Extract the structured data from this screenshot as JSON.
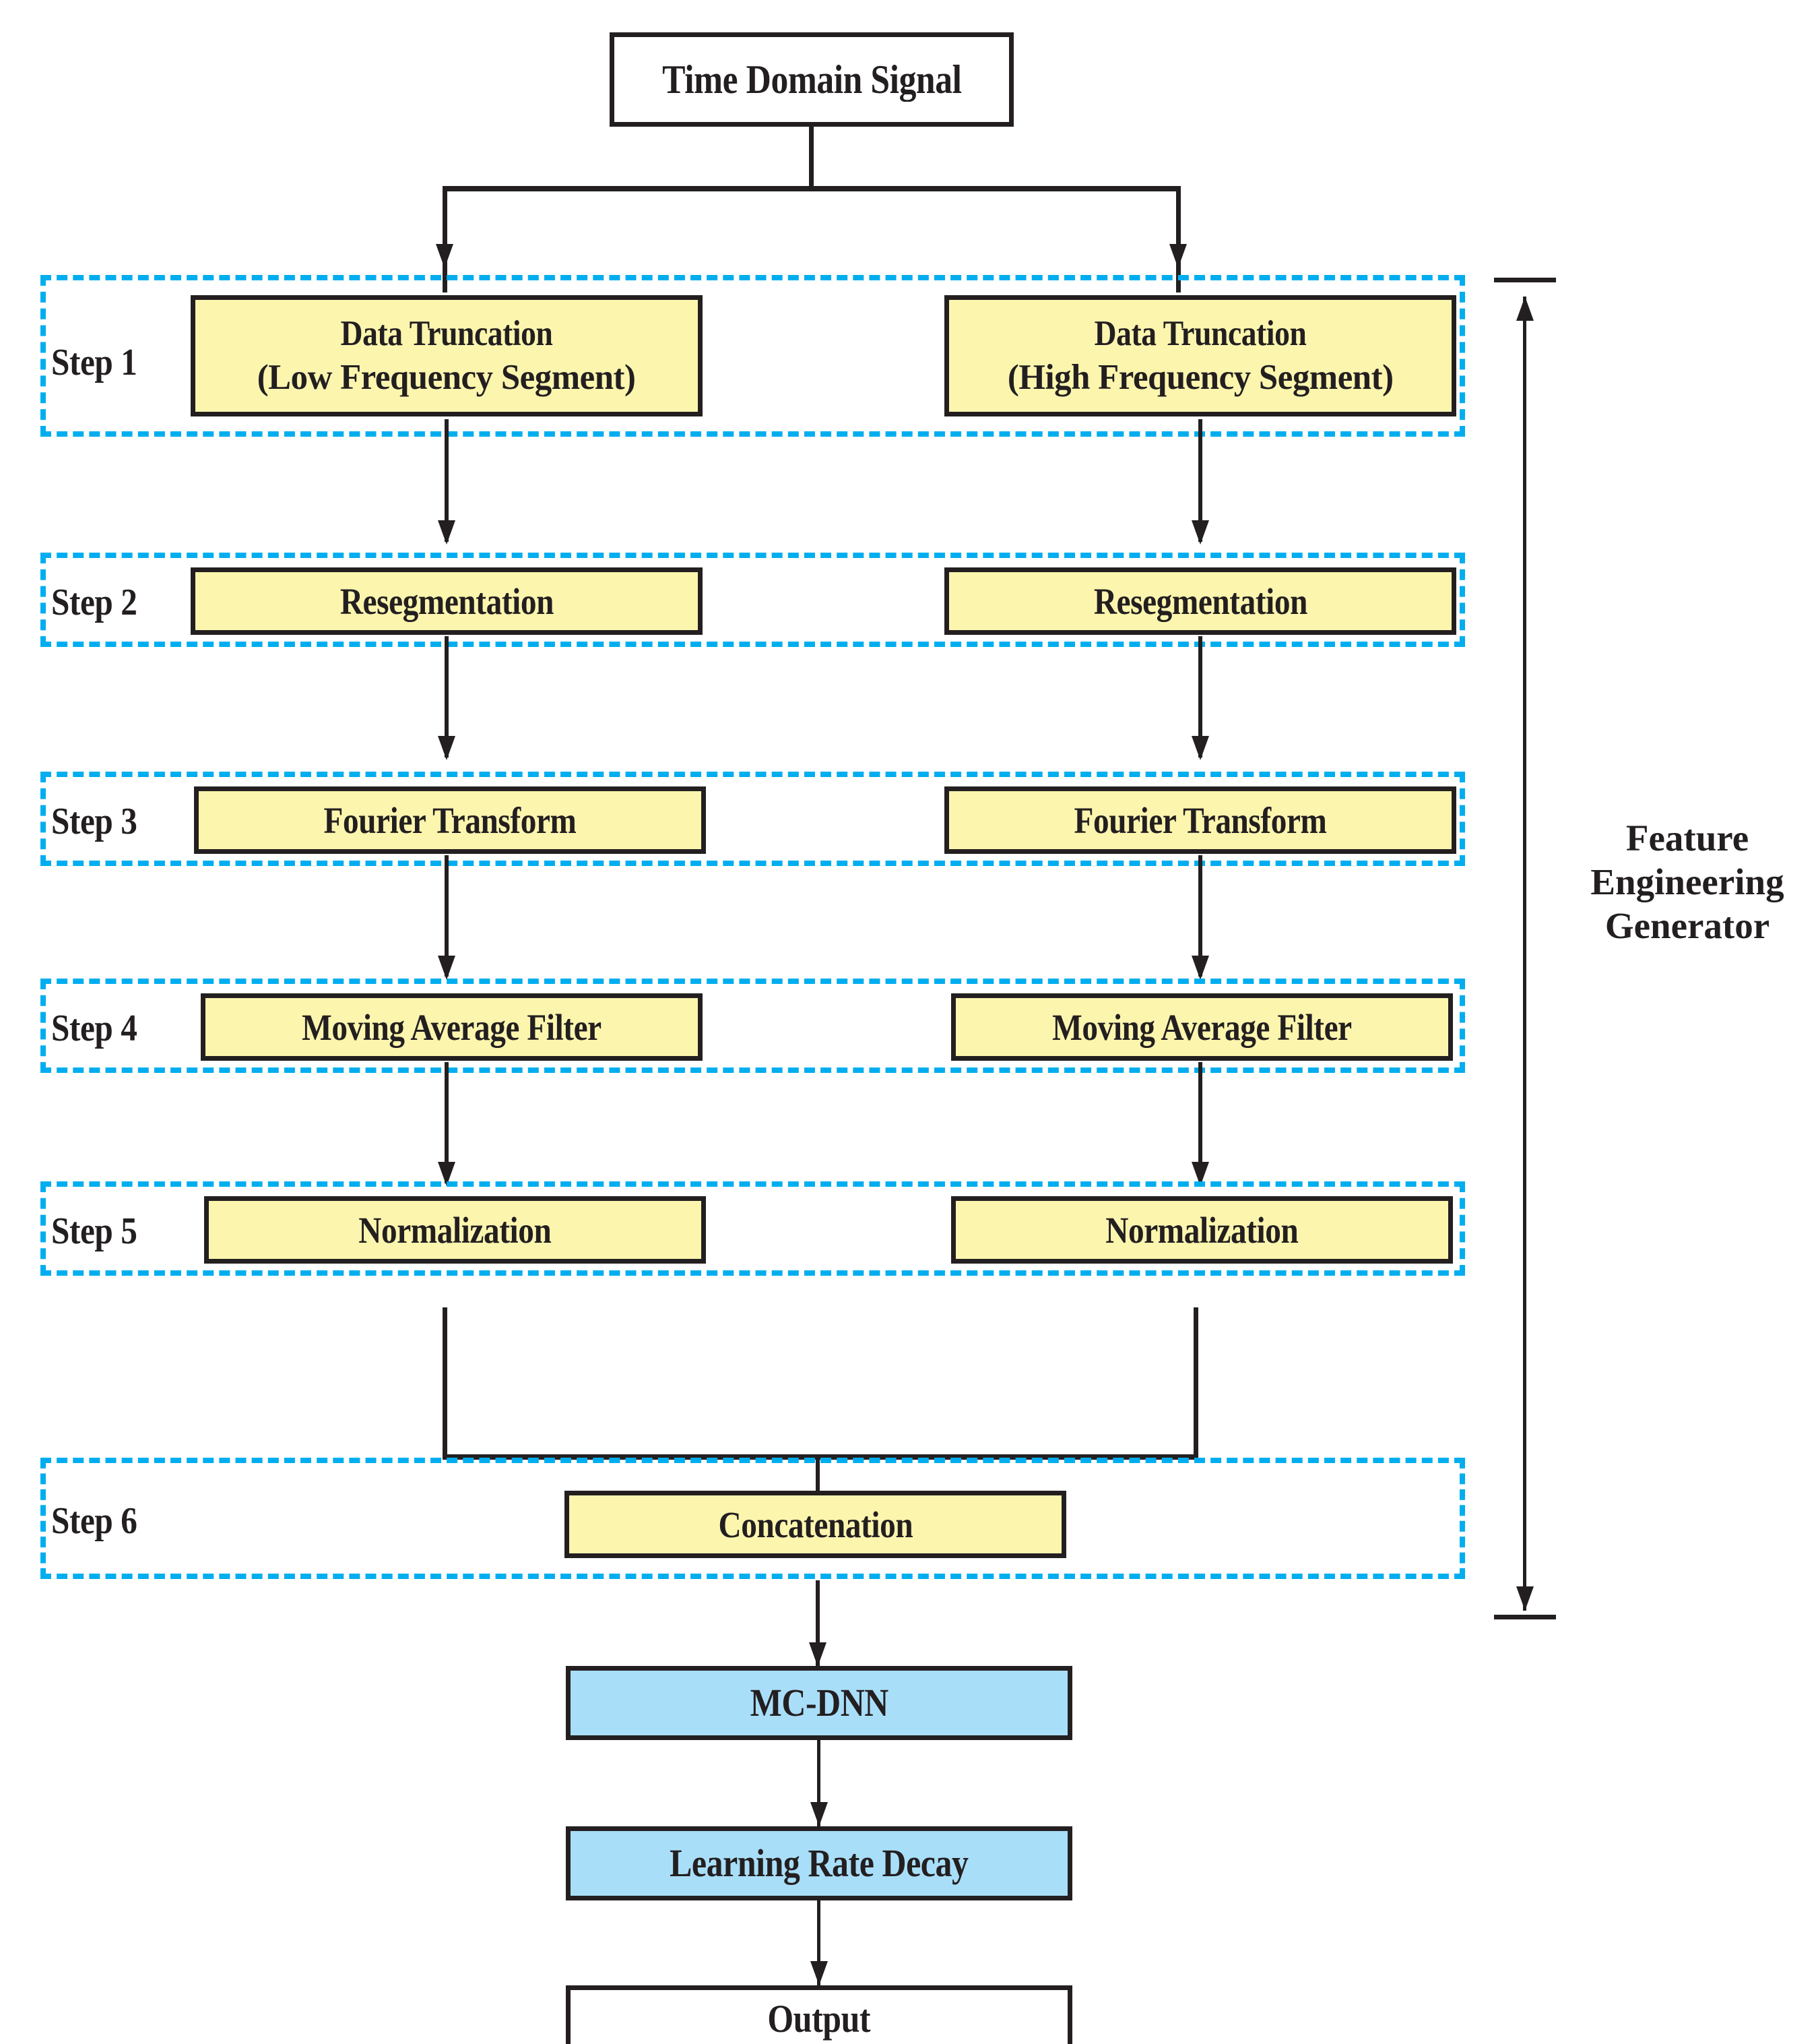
{
  "diagram": {
    "title_node": {
      "label": "Time Domain Signal"
    },
    "steps": [
      {
        "id": "step1",
        "label": "Step 1"
      },
      {
        "id": "step2",
        "label": "Step 2"
      },
      {
        "id": "step3",
        "label": "Step 3"
      },
      {
        "id": "step4",
        "label": "Step 4"
      },
      {
        "id": "step5",
        "label": "Step 5"
      },
      {
        "id": "step6",
        "label": "Step 6"
      }
    ],
    "left_branch": {
      "step1_line1": "Data Truncation",
      "step1_line2": "(Low Frequency Segment)",
      "step2": "Resegmentation",
      "step3": "Fourier Transform",
      "step4": "Moving Average Filter",
      "step5": "Normalization"
    },
    "right_branch": {
      "step1_line1": "Data Truncation",
      "step1_line2": "(High Frequency Segment)",
      "step2": "Resegmentation",
      "step3": "Fourier Transform",
      "step4": "Moving Average Filter",
      "step5": "Normalization"
    },
    "step6_node": {
      "label": "Concatenation"
    },
    "tail_nodes": [
      {
        "id": "mcdnn",
        "label": "MC-DNN"
      },
      {
        "id": "lrdecay",
        "label": "Learning Rate Decay"
      },
      {
        "id": "output",
        "label": "Output"
      }
    ],
    "annotation": {
      "label": "Feature\nEngineering\nGenerator"
    },
    "colors": {
      "dashed_region": "#00aeef",
      "process_fill": "#fbf5ae",
      "model_fill": "#a9def9",
      "plain_fill": "#ffffff",
      "stroke": "#231f20"
    }
  }
}
